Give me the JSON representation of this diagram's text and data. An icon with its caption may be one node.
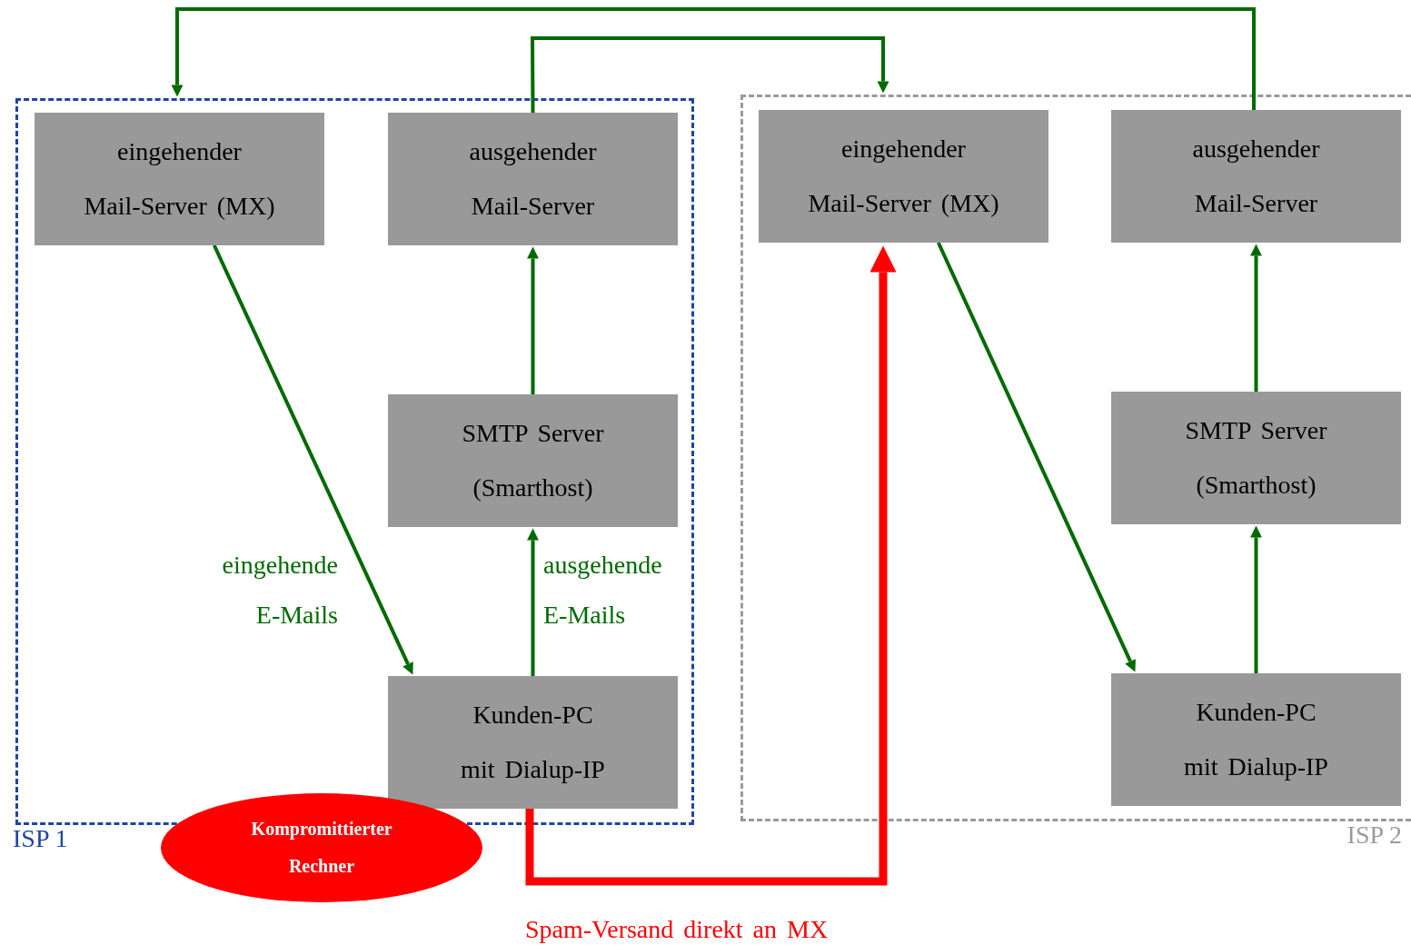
{
  "diagram": {
    "nodes": [
      {
        "text": [
          "ISP 1"
        ]
      },
      {
        "text": [
          "eingehender Mail-Server (MX)"
        ],
        "in": 0
      },
      {
        "text": [
          "ausgehender Mail-Server"
        ],
        "in": 0
      },
      {
        "text": [
          "SMTP Server (Smarthost)"
        ],
        "in": 0
      },
      {
        "text": [
          "Kunden-PC mit Dialup-IP"
        ],
        "in": 0
      },
      {
        "text": [
          "ISP 2"
        ]
      },
      {
        "text": [
          "eingehender Mail-Server (MX)"
        ],
        "in": 5
      },
      {
        "text": [
          "ausgehender Mail-Server"
        ],
        "in": 5
      },
      {
        "text": [
          "SMTP Server (Smarthost)"
        ],
        "in": 5
      },
      {
        "text": [
          "Kunden-PC mit Dialup-IP"
        ],
        "in": 5
      },
      {
        "text": [
          "Kompromittierter Rechner"
        ]
      }
    ],
    "edges": [
      {
        "from": 1,
        "to": 4,
        "arrow": "to",
        "label": "eingehende E-Mails"
      },
      {
        "from": 4,
        "to": 3,
        "arrow": "to",
        "label": "ausgehende E-Mails"
      },
      {
        "from": 3,
        "to": 2,
        "arrow": "to"
      },
      {
        "from": 2,
        "to": 5,
        "arrow": "to"
      },
      {
        "from": 7,
        "to": 0,
        "arrow": "to"
      },
      {
        "from": 6,
        "to": 9,
        "arrow": "to"
      },
      {
        "from": 9,
        "to": 8,
        "arrow": "to"
      },
      {
        "from": 8,
        "to": 7,
        "arrow": "to"
      },
      {
        "from": 4,
        "to": 6,
        "arrow": "to",
        "label": "Spam-Versand direkt an MX",
        "style": "thick",
        "color": "#ff0000"
      }
    ]
  }
}
